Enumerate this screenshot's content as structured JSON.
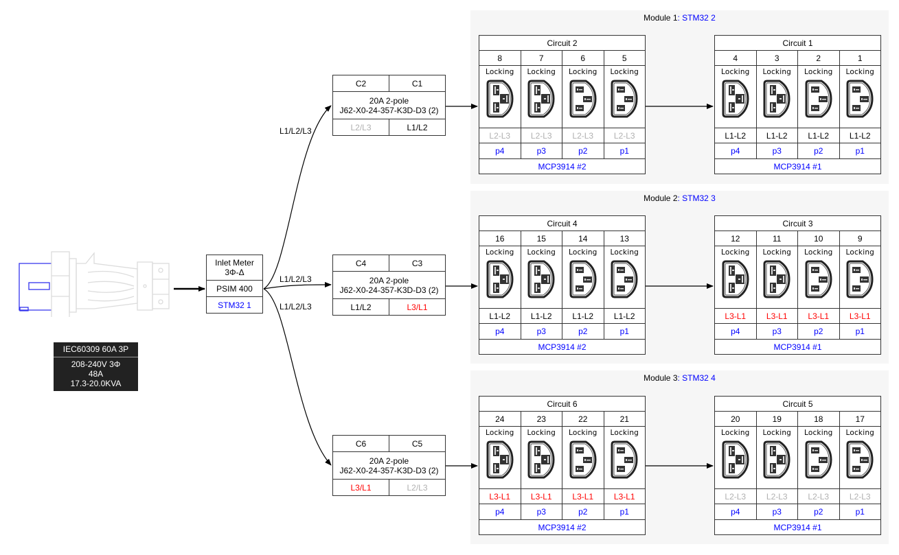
{
  "inlet": {
    "plug_icon": "iec60309-plug-icon",
    "type_label": "IEC60309 60A 3P",
    "specs": [
      "208-240V 3Φ",
      "48A",
      "17.3-20.0KVA"
    ]
  },
  "meter": {
    "title_line1": "Inlet Meter",
    "title_line2": "3Φ-Δ",
    "model": "PSIM 400",
    "controller": "STM32 1"
  },
  "edge_labels": [
    "L1/L2/L3",
    "L1/L2/L3",
    "L1/L2/L3"
  ],
  "breakers": [
    {
      "left_circuit": "C2",
      "right_circuit": "C1",
      "rating": "20A 2-pole",
      "part": "J62-X0-24-357-K3D-D3 (2)",
      "left_phase": "L2/L3",
      "left_phase_color": "grey",
      "right_phase": "L1/L2",
      "right_phase_color": "black"
    },
    {
      "left_circuit": "C4",
      "right_circuit": "C3",
      "rating": "20A 2-pole",
      "part": "J62-X0-24-357-K3D-D3 (2)",
      "left_phase": "L1/L2",
      "left_phase_color": "black",
      "right_phase": "L3/L1",
      "right_phase_color": "red"
    },
    {
      "left_circuit": "C6",
      "right_circuit": "C5",
      "rating": "20A 2-pole",
      "part": "J62-X0-24-357-K3D-D3 (2)",
      "left_phase": "L3/L1",
      "left_phase_color": "red",
      "right_phase": "L2/L3",
      "right_phase_color": "grey"
    }
  ],
  "modules": [
    {
      "title_prefix": "Module 1",
      "controller": ": STM32 2",
      "circuits": [
        {
          "title": "Circuit 2",
          "outlets": [
            "8",
            "7",
            "6",
            "5"
          ],
          "types": [
            "C19",
            "C19",
            "C13",
            "C13"
          ],
          "lock_label": "Locking",
          "phase": "L2-L3",
          "phase_color": "grey",
          "ports": [
            "p4",
            "p3",
            "p2",
            "p1"
          ],
          "chip": "MCP3914 #2"
        },
        {
          "title": "Circuit 1",
          "outlets": [
            "4",
            "3",
            "2",
            "1"
          ],
          "types": [
            "C19",
            "C19",
            "C13",
            "C13"
          ],
          "lock_label": "Locking",
          "phase": "L1-L2",
          "phase_color": "black",
          "ports": [
            "p4",
            "p3",
            "p2",
            "p1"
          ],
          "chip": "MCP3914 #1"
        }
      ]
    },
    {
      "title_prefix": "Module 2",
      "controller": ": STM32 3",
      "circuits": [
        {
          "title": "Circuit 4",
          "outlets": [
            "16",
            "15",
            "14",
            "13"
          ],
          "types": [
            "C19",
            "C19",
            "C13",
            "C13"
          ],
          "lock_label": "Locking",
          "phase": "L1-L2",
          "phase_color": "black",
          "ports": [
            "p4",
            "p3",
            "p2",
            "p1"
          ],
          "chip": "MCP3914 #2"
        },
        {
          "title": "Circuit 3",
          "outlets": [
            "12",
            "11",
            "10",
            "9"
          ],
          "types": [
            "C19",
            "C19",
            "C13",
            "C13"
          ],
          "lock_label": "Locking",
          "phase": "L3-L1",
          "phase_color": "red",
          "ports": [
            "p4",
            "p3",
            "p2",
            "p1"
          ],
          "chip": "MCP3914 #1"
        }
      ]
    },
    {
      "title_prefix": "Module 3",
      "controller": ": STM32 4",
      "circuits": [
        {
          "title": "Circuit 6",
          "outlets": [
            "24",
            "23",
            "22",
            "21"
          ],
          "types": [
            "C19",
            "C19",
            "C13",
            "C13"
          ],
          "lock_label": "Locking",
          "phase": "L3-L1",
          "phase_color": "red",
          "ports": [
            "p4",
            "p3",
            "p2",
            "p1"
          ],
          "chip": "MCP3914 #2"
        },
        {
          "title": "Circuit 5",
          "outlets": [
            "20",
            "19",
            "18",
            "17"
          ],
          "types": [
            "C19",
            "C19",
            "C13",
            "C13"
          ],
          "lock_label": "Locking",
          "phase": "L2-L3",
          "phase_color": "grey",
          "ports": [
            "p4",
            "p3",
            "p2",
            "p1"
          ],
          "chip": "MCP3914 #1"
        }
      ]
    }
  ],
  "colors": {
    "link_blue": "#0000ff",
    "phase_red": "#ff0000",
    "phase_grey": "#b0b0b0",
    "module_bg": "#f6f6f6",
    "label_box_bg": "#222222"
  }
}
